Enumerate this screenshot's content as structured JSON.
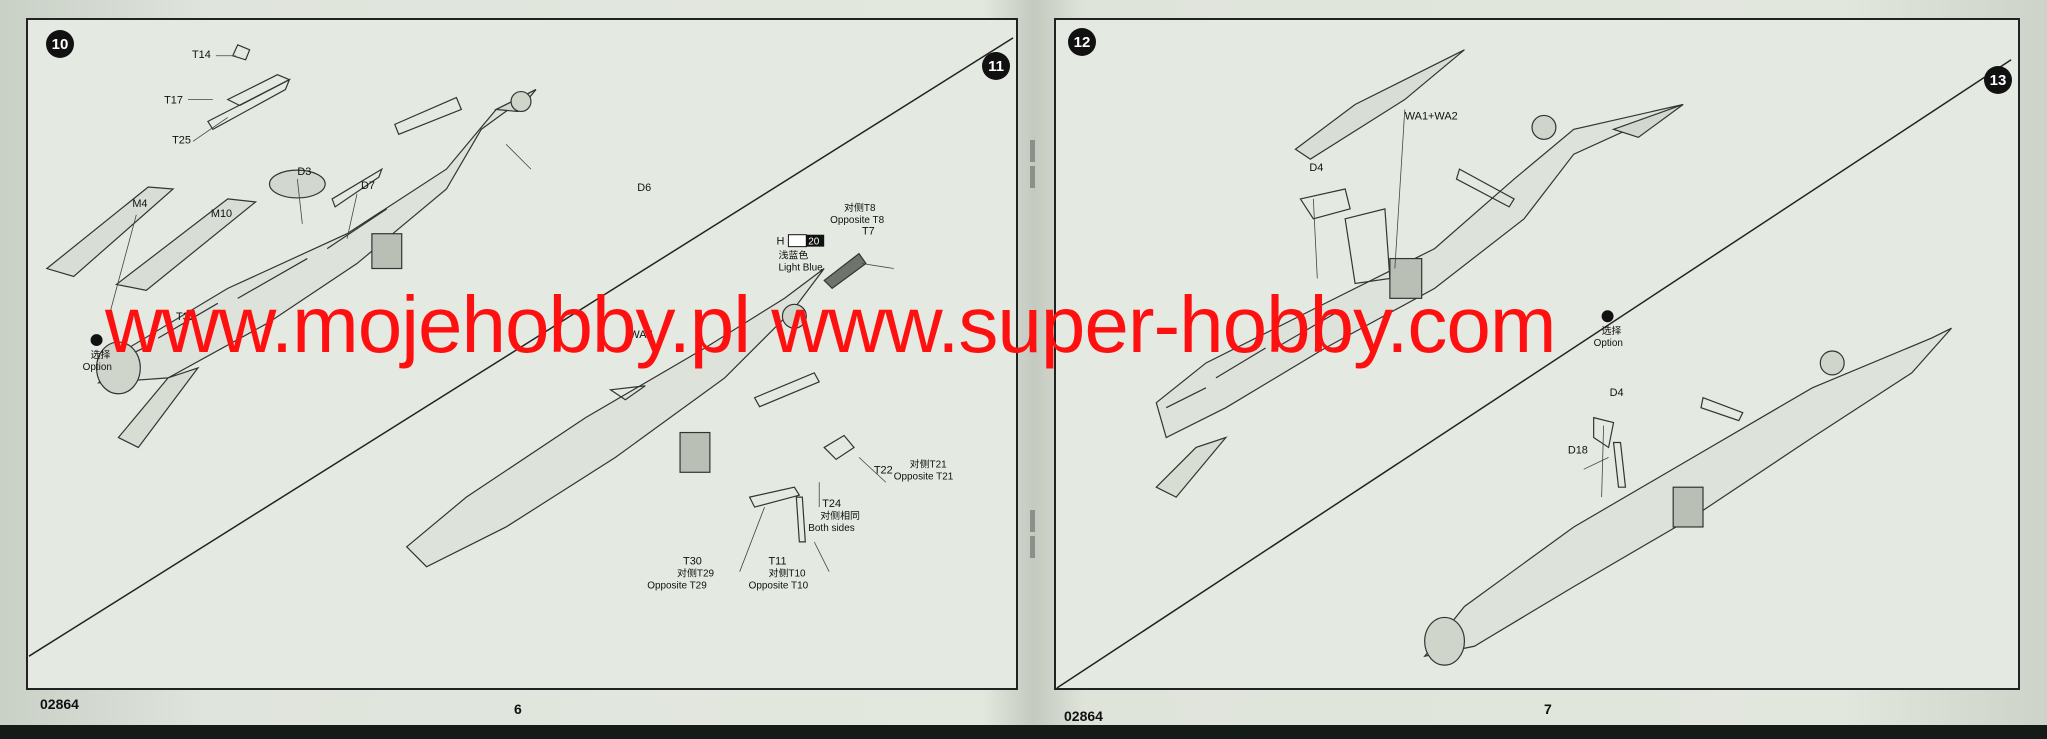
{
  "left_page": {
    "step_a": "10",
    "step_b": "11",
    "kit_number": "02864",
    "page_number": "6",
    "labels": {
      "T14": "T14",
      "T17": "T17",
      "T25": "T25",
      "D3": "D3",
      "D7": "D7",
      "D6": "D6",
      "M4": "M4",
      "M10": "M10",
      "T35": "T35",
      "option_cn": "选择",
      "option": "Option",
      "H": "H",
      "paint_no": "20",
      "paint_cn": "浅蓝色",
      "paint_en": "Light Blue",
      "opp_t8_cn": "对侧T8",
      "opp_t8": "Opposite T8",
      "T7": "T7",
      "WA7": "WA7",
      "T22": "T22",
      "opp_t21_cn": "对侧T21",
      "opp_t21": "Opposite T21",
      "T24": "T24",
      "both_cn": "对侧相同",
      "both": "Both sides",
      "T30": "T30",
      "opp_t29_cn": "对侧T29",
      "opp_t29": "Opposite T29",
      "T11": "T11",
      "opp_t10_cn": "对侧T10",
      "opp_t10": "Opposite T10"
    }
  },
  "right_page": {
    "step_a": "12",
    "step_b": "13",
    "kit_number": "02864",
    "page_number": "7",
    "labels": {
      "WA": "WA1+WA2",
      "D4_top": "D4",
      "option_cn": "选择",
      "option": "Option",
      "D4_bottom": "D4",
      "D18": "D18"
    }
  },
  "watermark": "www.mojehobby.pl www.super-hobby.com"
}
